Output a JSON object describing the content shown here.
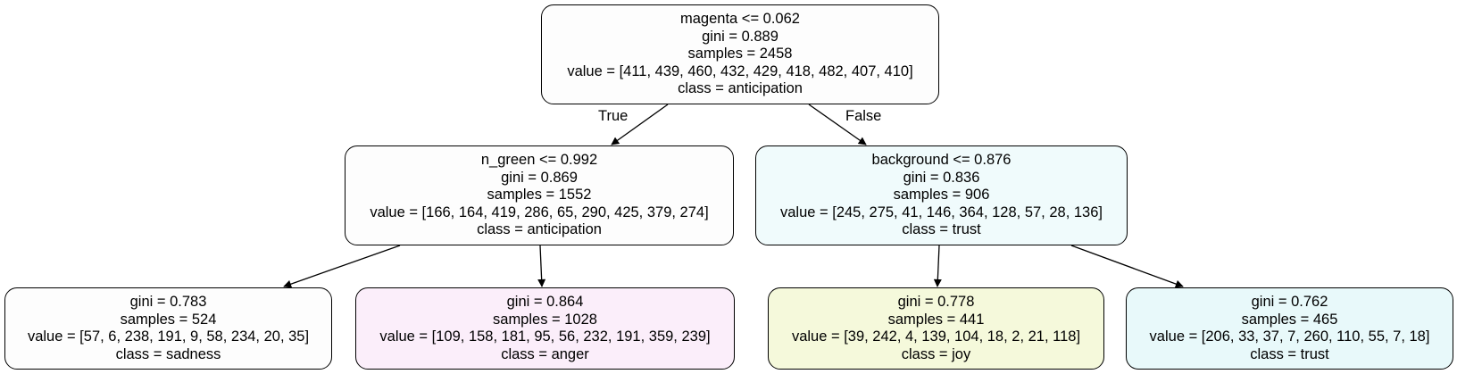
{
  "tree": {
    "nodes": [
      {
        "id": "root",
        "lines": [
          "magenta <= 0.062",
          "gini = 0.889",
          "samples = 2458",
          "value = [411, 439, 460, 432, 429, 418, 482, 407, 410]",
          "class = anticipation"
        ],
        "fill": "#fdfdfd"
      },
      {
        "id": "left",
        "lines": [
          "n_green <= 0.992",
          "gini = 0.869",
          "samples = 1552",
          "value = [166, 164, 419, 286, 65, 290, 425, 379, 274]",
          "class = anticipation"
        ],
        "fill": "#fdfdfd"
      },
      {
        "id": "right",
        "lines": [
          "background <= 0.876",
          "gini = 0.836",
          "samples = 906",
          "value = [245, 275, 41, 146, 364, 128, 57, 28, 136]",
          "class = trust"
        ],
        "fill": "#f0fbfc"
      },
      {
        "id": "ll",
        "lines": [
          "gini = 0.783",
          "samples = 524",
          "value = [57, 6, 238, 191, 9, 58, 234, 20, 35]",
          "class = sadness"
        ],
        "fill": "#fdfdfd"
      },
      {
        "id": "lr",
        "lines": [
          "gini = 0.864",
          "samples = 1028",
          "value = [109, 158, 181, 95, 56, 232, 191, 359, 239]",
          "class = anger"
        ],
        "fill": "#fbeefa"
      },
      {
        "id": "rl",
        "lines": [
          "gini = 0.778",
          "samples = 441",
          "value = [39, 242, 4, 139, 104, 18, 2, 21, 118]",
          "class = joy"
        ],
        "fill": "#f5f9db"
      },
      {
        "id": "rr",
        "lines": [
          "gini = 0.762",
          "samples = 465",
          "value = [206, 33, 37, 7, 260, 110, 55, 7, 18]",
          "class = trust"
        ],
        "fill": "#e8f9fa"
      }
    ],
    "edge_labels": {
      "true_label": "True",
      "false_label": "False"
    }
  }
}
